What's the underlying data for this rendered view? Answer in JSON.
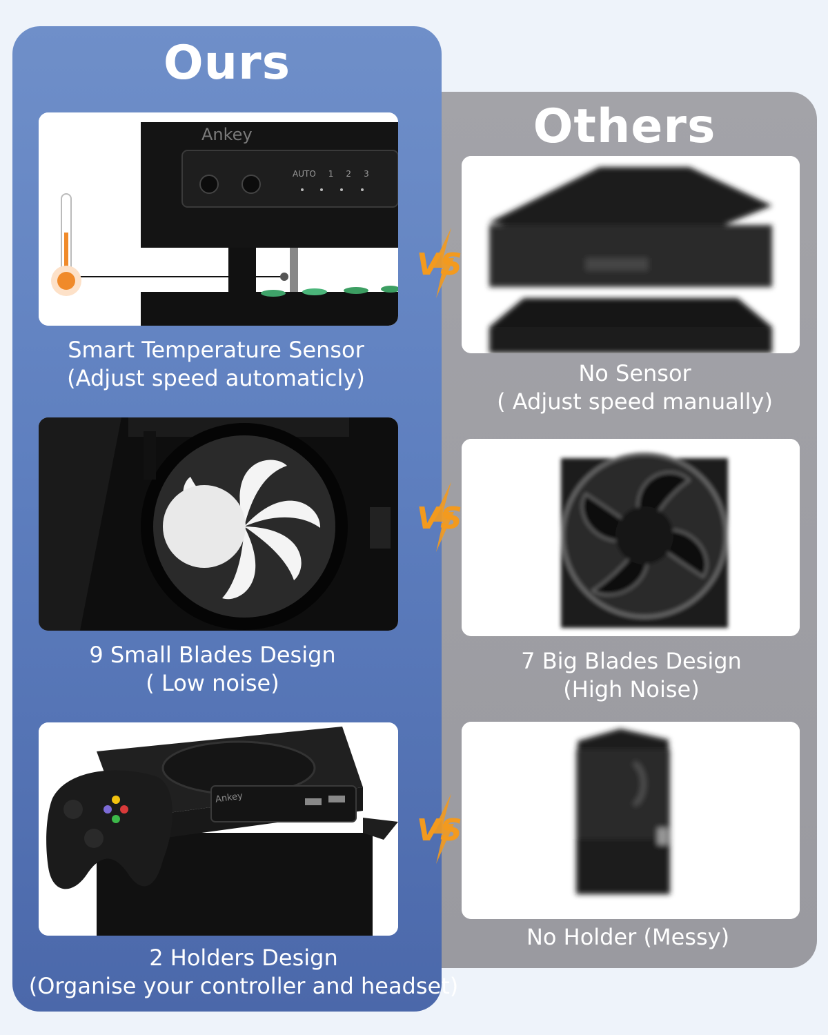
{
  "ours": {
    "title": "Ours",
    "items": [
      {
        "caption_line1": "Smart Temperature Sensor",
        "caption_line2": "(Adjust speed automaticly)",
        "image_label": "Ankey",
        "panel_labels": [
          "AUTO",
          "1",
          "2",
          "3"
        ]
      },
      {
        "caption_line1": "9 Small Blades Design",
        "caption_line2": "( Low noise)"
      },
      {
        "caption_line1": "2 Holders Design",
        "caption_line2": "(Organise your controller and headset)",
        "image_label": "Ankey"
      }
    ]
  },
  "others": {
    "title": "Others",
    "items": [
      {
        "caption_line1": "No Sensor",
        "caption_line2": "( Adjust speed manually)"
      },
      {
        "caption_line1": "7 Big Blades Design",
        "caption_line2": "(High Noise)"
      },
      {
        "caption_line1": "No Holder (Messy)"
      }
    ]
  },
  "vs_label": "VS",
  "colors": {
    "ours_panel": "#5e7fbf",
    "others_panel": "#9d9da2",
    "vs_accent": "#f39a1e"
  }
}
